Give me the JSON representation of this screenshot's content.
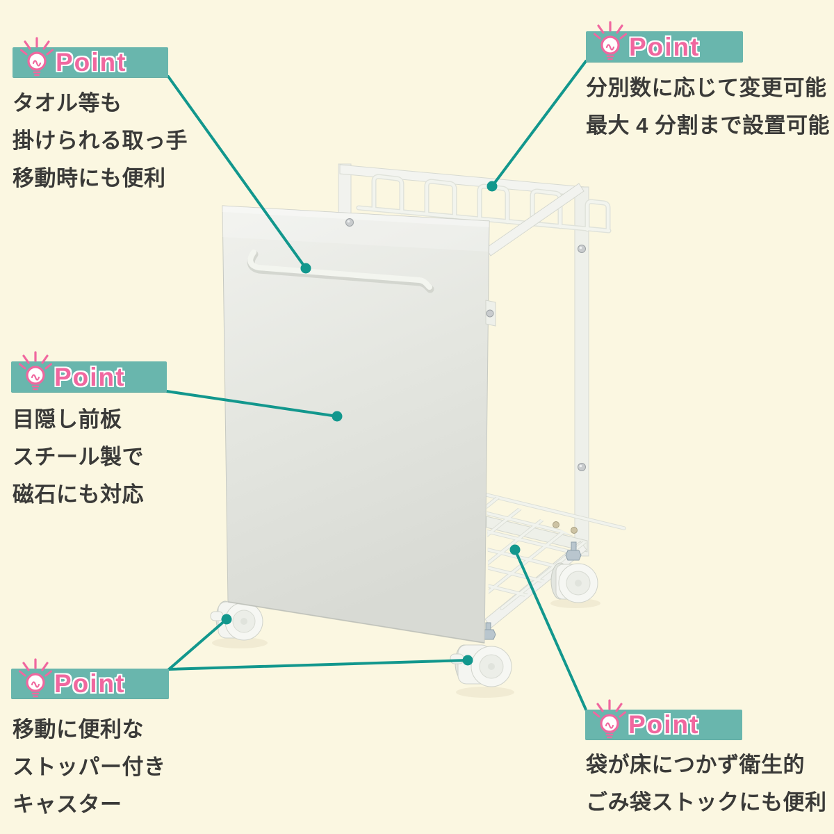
{
  "colors": {
    "background": "#fbf7e1",
    "badge_teal": "#69b6ad",
    "point_pink": "#f0679f",
    "connector_teal": "#12978d",
    "text_dark": "#3a3a38",
    "product_white": "#f3f4f0"
  },
  "points": [
    {
      "label": "Point",
      "icon": "lightbulb-icon",
      "description_lines": [
        "タオル等も",
        "掛けられる取っ手",
        "移動時にも便利"
      ]
    },
    {
      "label": "Point",
      "icon": "lightbulb-icon",
      "description_lines": [
        "分別数に応じて変更可能",
        "最大 4 分割まで設置可能"
      ]
    },
    {
      "label": "Point",
      "icon": "lightbulb-icon",
      "description_lines": [
        "目隠し前板",
        "スチール製で",
        "磁石にも対応"
      ]
    },
    {
      "label": "Point",
      "icon": "lightbulb-icon",
      "description_lines": [
        "移動に便利な",
        "ストッパー付き",
        "キャスター"
      ]
    },
    {
      "label": "Point",
      "icon": "lightbulb-icon",
      "description_lines": [
        "袋が床につかず衛生的",
        "ごみ袋ストックにも便利"
      ]
    }
  ]
}
